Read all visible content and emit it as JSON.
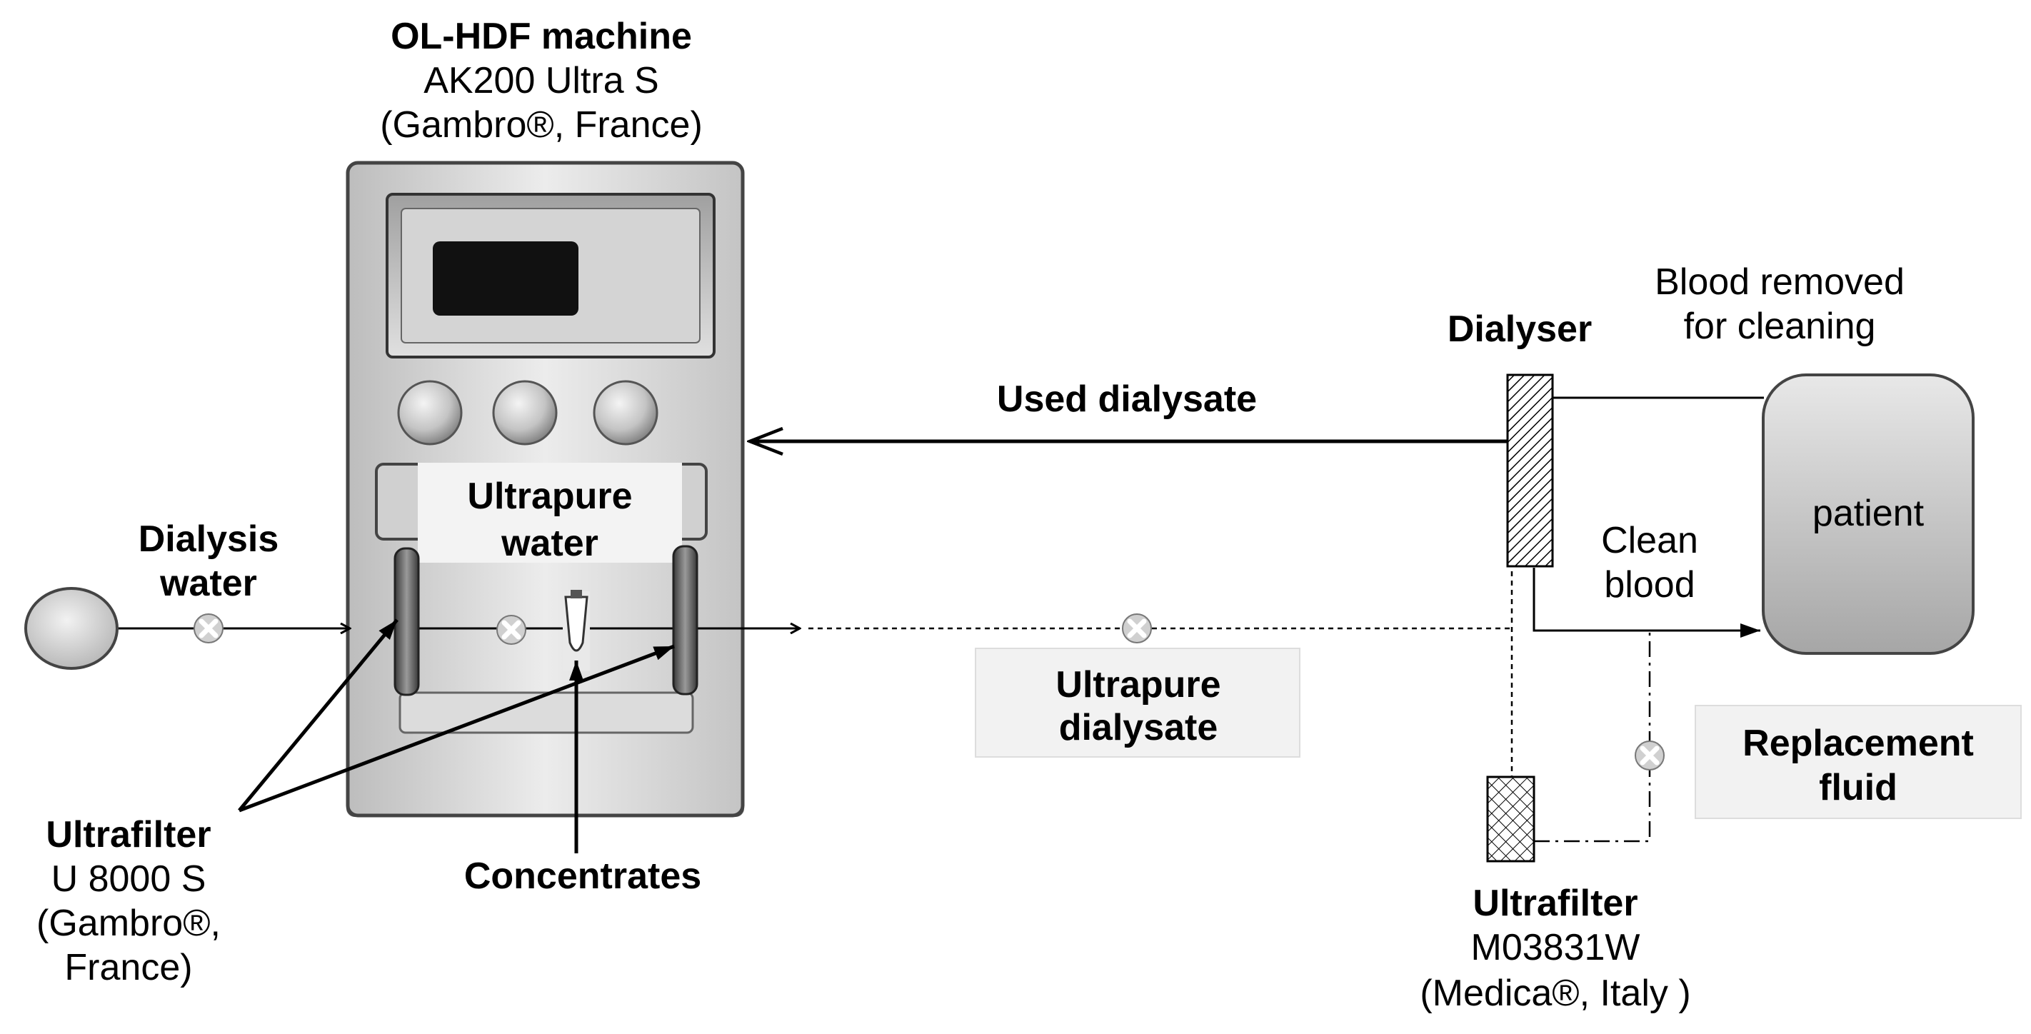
{
  "machine": {
    "title": "OL-HDF machine",
    "model": "AK200 Ultra S",
    "maker": "(Gambro®, France)"
  },
  "labels": {
    "dialysis_water_1": "Dialysis",
    "dialysis_water_2": "water",
    "ultrapure_water_1": "Ultrapure",
    "ultrapure_water_2": "water",
    "used_dialysate": "Used dialysate",
    "dialyser": "Dialyser",
    "blood_removed_1": "Blood removed",
    "blood_removed_2": "for cleaning",
    "patient": "patient",
    "clean_blood_1": "Clean",
    "clean_blood_2": "blood",
    "ultrapure_dialysate_1": "Ultrapure",
    "ultrapure_dialysate_2": "dialysate",
    "replacement_fluid_1": "Replacement",
    "replacement_fluid_2": "fluid",
    "concentrates": "Concentrates"
  },
  "ultrafilter_left": {
    "title": "Ultrafilter",
    "model": "U 8000 S",
    "maker_1": "(Gambro®,",
    "maker_2": "France)"
  },
  "ultrafilter_right": {
    "title": "Ultrafilter",
    "model": "M03831W",
    "maker": "(Medica®, Italy )"
  }
}
